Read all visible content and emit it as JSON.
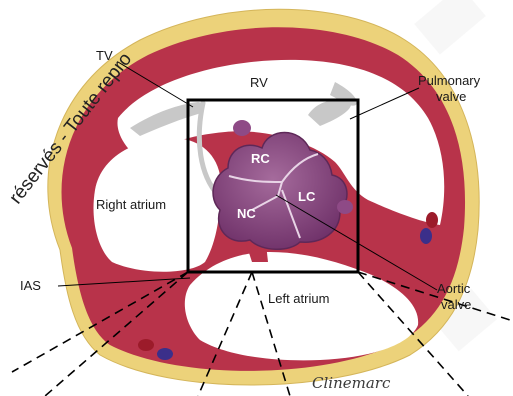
{
  "labels": {
    "tv": "TV",
    "rv": "RV",
    "pulmonary_valve_line1": "Pulmonary",
    "pulmonary_valve_line2": "valve",
    "right_atrium": "Right atrium",
    "ias": "IAS",
    "left_atrium": "Left atrium",
    "aortic_valve_line1": "Aortic",
    "aortic_valve_line2": "valve"
  },
  "cusps": {
    "rc": "RC",
    "lc": "LC",
    "nc": "NC"
  },
  "watermark": "réservés - Toute repro",
  "signature": "Clinemarc",
  "colors": {
    "myocardium": "#b8334a",
    "epicardial_fat": "#ecd27a",
    "valve_purple": "#7e3d78",
    "valve_light": "#a56b9c",
    "leaflet_grey": "#c8c8c8",
    "vessel_red": "#9c1b2a",
    "vessel_blue": "#3b2f8a"
  }
}
